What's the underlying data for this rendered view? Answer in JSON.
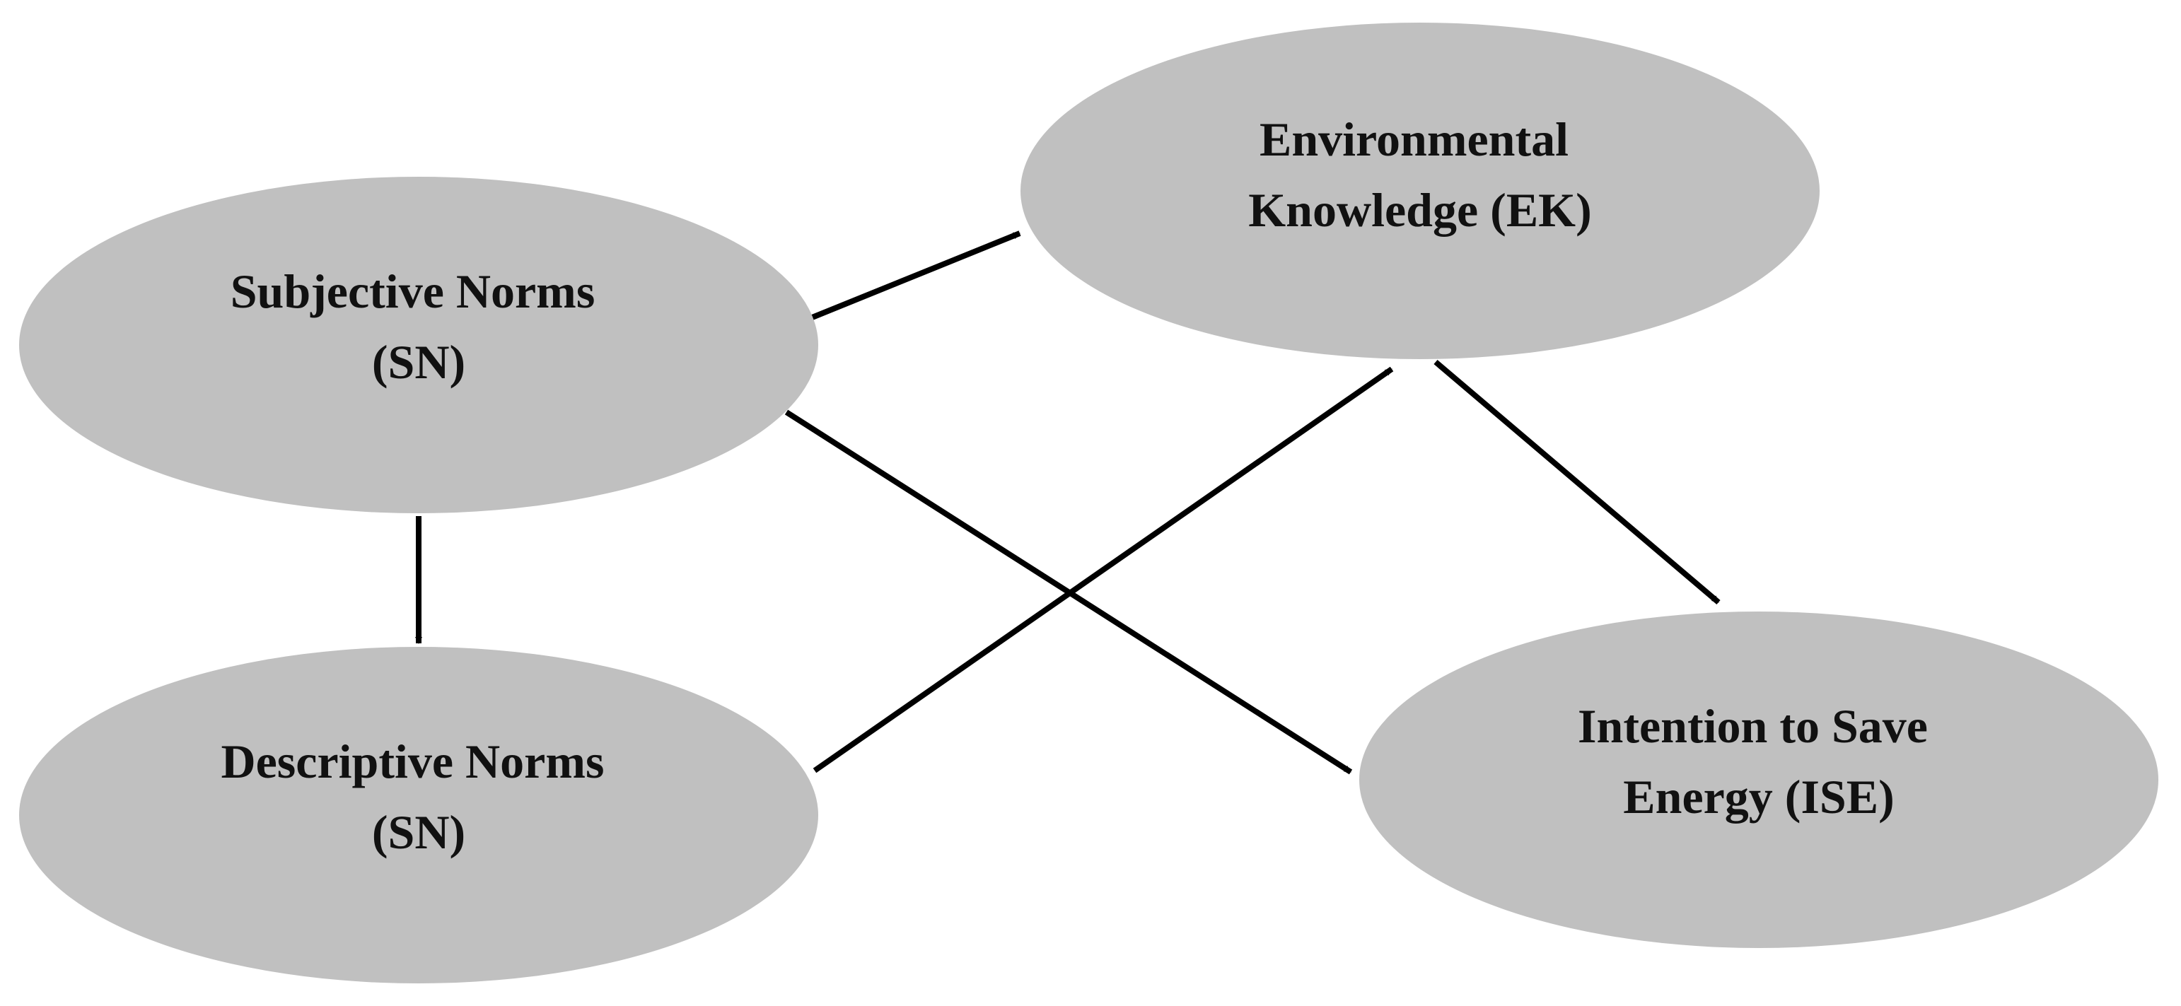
{
  "diagram": {
    "nodes": [
      {
        "id": "sn",
        "lines": [
          "Subjective Norms",
          "(SN)"
        ]
      },
      {
        "id": "dn",
        "lines": [
          "Descriptive Norms",
          "(SN)"
        ]
      },
      {
        "id": "ek",
        "lines": [
          "Environmental",
          "Knowledge (EK)"
        ]
      },
      {
        "id": "ise",
        "lines": [
          "Intention to Save",
          "Energy (ISE)"
        ]
      }
    ],
    "edges": [
      {
        "from": "sn",
        "to": "ek"
      },
      {
        "from": "sn",
        "to": "dn"
      },
      {
        "from": "sn",
        "to": "ise"
      },
      {
        "from": "dn",
        "to": "ek"
      },
      {
        "from": "ek",
        "to": "ise"
      }
    ]
  }
}
